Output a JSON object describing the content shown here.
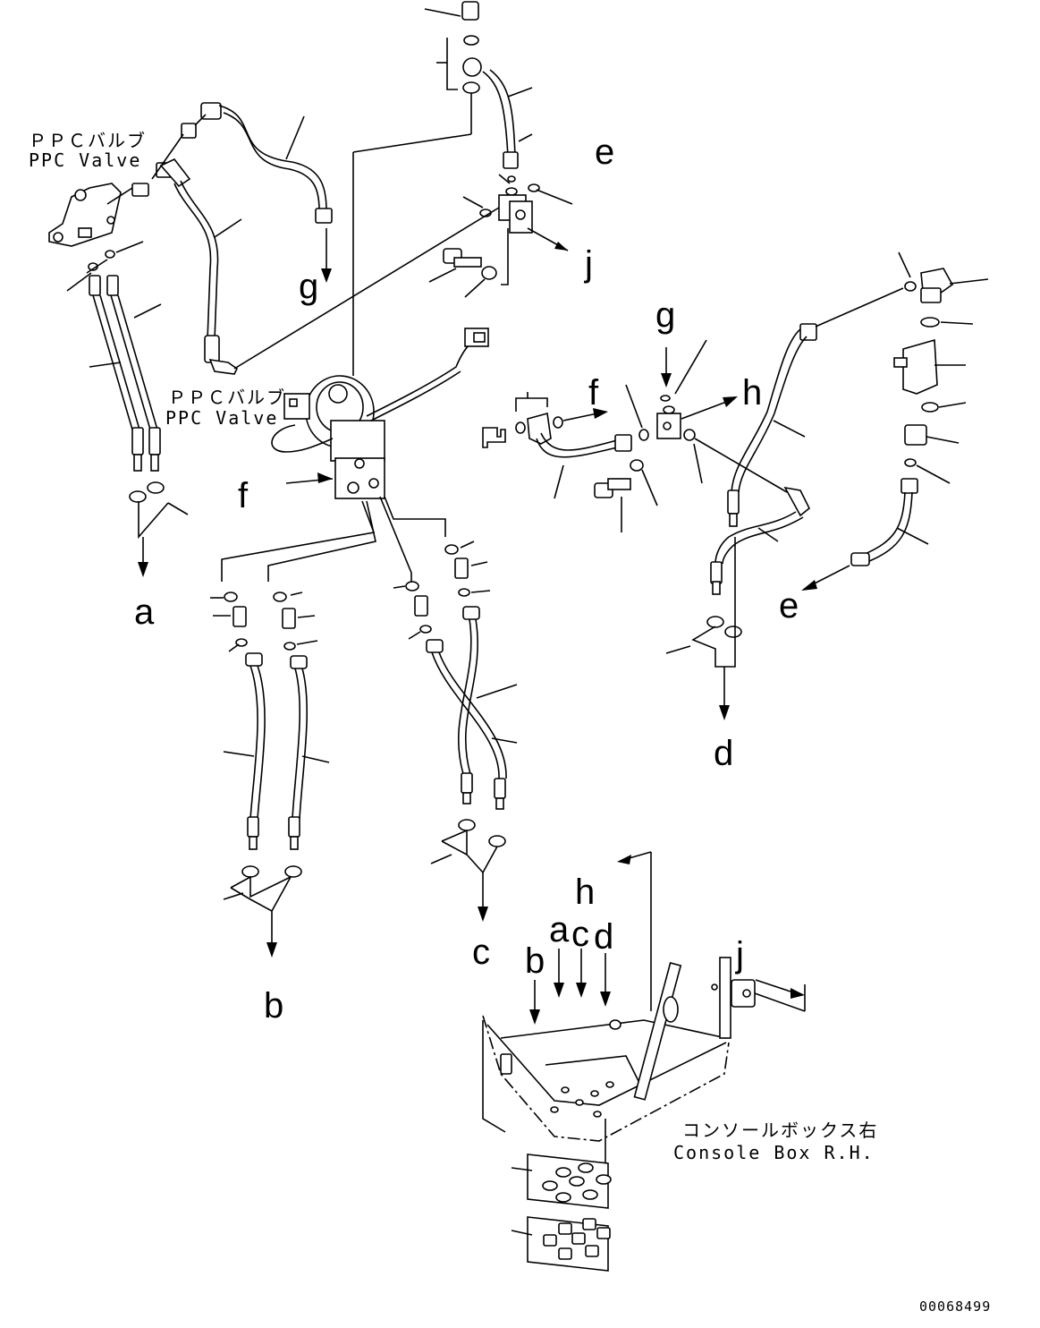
{
  "labels": {
    "ppc_valve_jp": "ＰＰＣバルブ",
    "ppc_valve_en": "PPC Valve",
    "console_box_jp": "コンソールボックス右",
    "console_box_en": "Console Box R.H."
  },
  "letters": {
    "a": "a",
    "b": "b",
    "c": "c",
    "d": "d",
    "e": "e",
    "f": "f",
    "g": "g",
    "h": "h",
    "j": "j"
  },
  "drawing_number": "00068499"
}
